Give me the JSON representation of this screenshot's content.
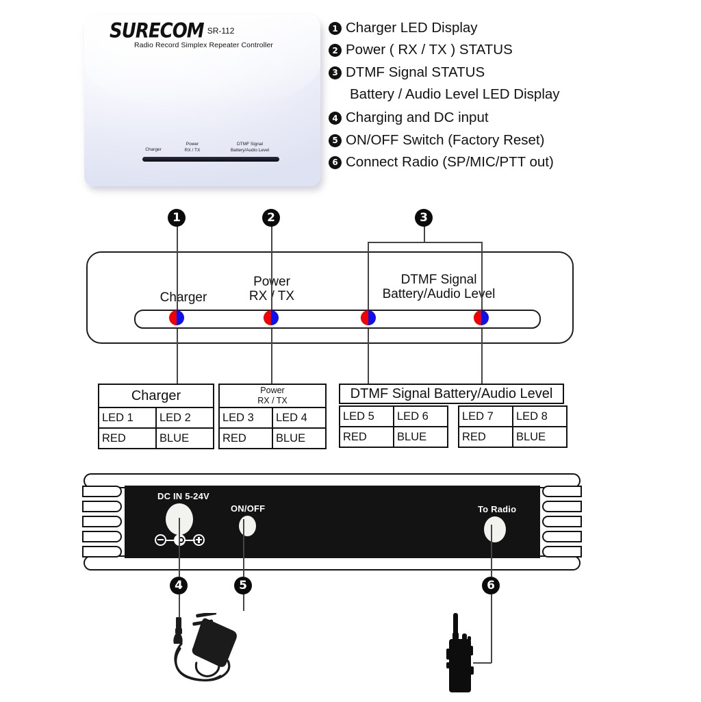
{
  "product": {
    "brand": "SURECOM",
    "model": "SR-112",
    "subtitle": "Radio Record Simplex Repeater Controller",
    "front_labels": {
      "charger": "Charger",
      "power_line1": "Power",
      "power_line2": "RX / TX",
      "dtmf_line1": "DTMF Signal",
      "dtmf_line2": "Battery/Audio Level"
    }
  },
  "legend": {
    "items": [
      {
        "num": "❶",
        "marker": "1",
        "text": "Charger LED Display",
        "sub": ""
      },
      {
        "num": "❷",
        "marker": "2",
        "text": "Power ( RX / TX ) STATUS",
        "sub": ""
      },
      {
        "num": "❸",
        "marker": "3",
        "text": "DTMF Signal STATUS",
        "sub": "Battery / Audio Level LED Display"
      },
      {
        "num": "❹",
        "marker": "4",
        "text": "Charging and DC input",
        "sub": ""
      },
      {
        "num": "❺",
        "marker": "5",
        "text": "ON/OFF Switch (Factory Reset)",
        "sub": ""
      },
      {
        "num": "❻",
        "marker": "6",
        "text": "Connect  Radio (SP/MIC/PTT out)",
        "sub": ""
      }
    ]
  },
  "front_panel": {
    "markers": [
      "1",
      "2",
      "3"
    ],
    "labels": {
      "charger": "Charger",
      "power_line1": "Power",
      "power_line2": "RX / TX",
      "dtmf_line1": "DTMF Signal",
      "dtmf_line2": "Battery/Audio Level"
    },
    "leds": [
      {
        "name": "led-1",
        "red": "#f00000",
        "blue": "#1010e8"
      },
      {
        "name": "led-2",
        "red": "#f00000",
        "blue": "#1010e8"
      },
      {
        "name": "led-3",
        "red": "#f00000",
        "blue": "#1010e8"
      },
      {
        "name": "led-4",
        "red": "#f00000",
        "blue": "#1010e8"
      }
    ]
  },
  "tables": {
    "charger": {
      "header": "Charger",
      "leds": [
        "LED 1",
        "LED 2"
      ],
      "colors": [
        "RED",
        "BLUE"
      ]
    },
    "power": {
      "header_line1": "Power",
      "header_line2": "RX / TX",
      "leds": [
        "LED 3",
        "LED 4"
      ],
      "colors": [
        "RED",
        "BLUE"
      ]
    },
    "dtmf": {
      "header": "DTMF Signal Battery/Audio Level",
      "group_a": {
        "leds": [
          "LED 5",
          "LED 6"
        ],
        "colors": [
          "RED",
          "BLUE"
        ]
      },
      "group_b": {
        "leds": [
          "LED 7",
          "LED 8"
        ],
        "colors": [
          "RED",
          "BLUE"
        ]
      }
    }
  },
  "rear_panel": {
    "dc_label": "DC IN 5-24V",
    "onoff_label": "ON/OFF",
    "radio_label": "To Radio",
    "polarity": {
      "minus": "⊖",
      "center": "C",
      "plus": "⊕"
    },
    "markers": [
      "4",
      "5",
      "6"
    ]
  },
  "colors": {
    "led_red": "#f00000",
    "led_blue": "#1010e8",
    "panel_black": "#131313",
    "outline": "#111111"
  }
}
